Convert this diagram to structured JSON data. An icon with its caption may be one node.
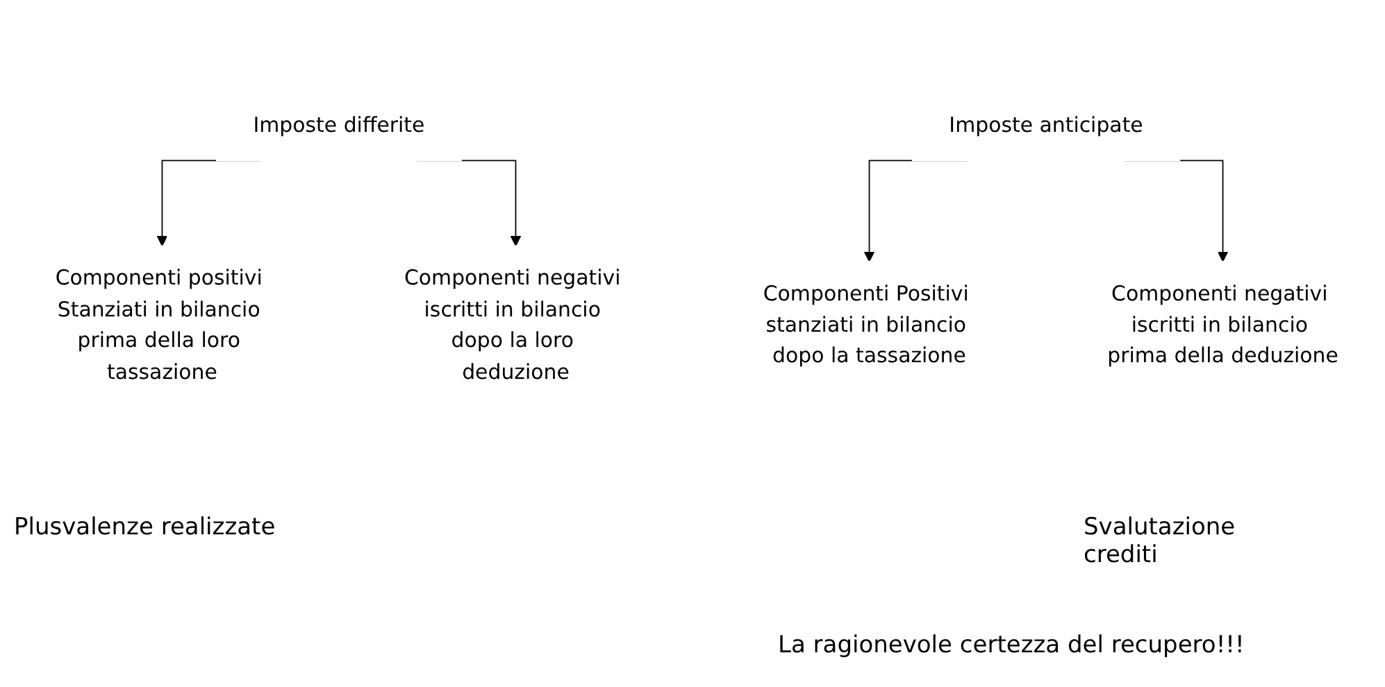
{
  "diagram": {
    "nodes": [
      {
        "text": [
          "Imposte differite"
        ]
      },
      {
        "text": [
          "Componenti positivi Stanziati in bilancio prima della loro tassazione"
        ]
      },
      {
        "text": [
          "Componenti negativi iscritti in bilancio dopo la loro deduzione"
        ]
      },
      {
        "text": [
          "Imposte anticipate"
        ]
      },
      {
        "text": [
          "Componenti Positivi stanziati in bilancio dopo la tassazione"
        ]
      },
      {
        "text": [
          "Componenti negativi iscritti in bilancio prima della deduzione"
        ]
      }
    ],
    "edges": [
      {
        "from": 0,
        "to": 1,
        "arrow": "to"
      },
      {
        "from": 0,
        "to": 2,
        "arrow": "to"
      },
      {
        "from": 3,
        "to": 4,
        "arrow": "to"
      },
      {
        "from": 3,
        "to": 5,
        "arrow": "to"
      }
    ],
    "labels": [
      "Plusvalenze realizzate",
      "Svalutazione crediti",
      "La ragionevole certezza del recupero!!!"
    ]
  }
}
